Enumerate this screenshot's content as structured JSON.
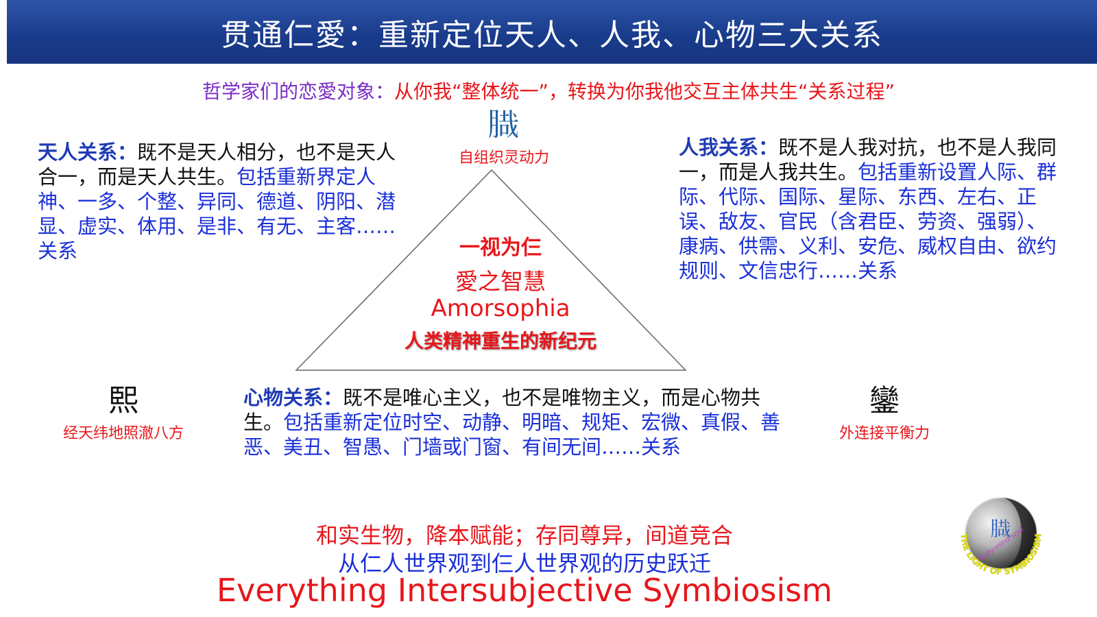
{
  "title": "贯通仁愛：重新定位天人、人我、心物三大关系",
  "subtitle": {
    "prefix": "哲学家们的恋愛对象：",
    "main": "从你我“整体统一”，转换为你我他交互主体共生“关系过程”"
  },
  "top_node": {
    "glyph": "𦞁",
    "caption": "自组织灵动力"
  },
  "left_node": {
    "glyph": "𤋮",
    "caption": "经天纬地照澈八方"
  },
  "right_node": {
    "glyph": "鑾",
    "caption": "外连接平衡力"
  },
  "triangle": {
    "line1": "一视为仨",
    "line2": "愛之智慧",
    "line3": "Amorsophia",
    "line4": "人类精神重生的新纪元"
  },
  "relation_heaven": {
    "label": "天人关系：",
    "text": "既不是天人相分，也不是天人合一，而是天人共生。",
    "detail": "包括重新界定人神、一多、个整、异同、德道、阴阳、潜显、虚实、体用、是非、有无、主客……关系"
  },
  "relation_self": {
    "label": "人我关系：",
    "text": "既不是人我对抗，也不是人我同一，而是人我共生。",
    "detail": "包括重新设置人际、群际、代际、国际、星际、东西、左右、正误、敌友、官民（含君臣、劳资、强弱）、康病、供需、义利、安危、威权自由、欲约规则、文信忠行……关系"
  },
  "relation_mind": {
    "label": "心物关系：",
    "text": "既不是唯心主义，也不是唯物主义，而是心物共生。",
    "detail": "包括重新定位时空、动静、明暗、规矩、宏微、真假、善恶、美丑、智愚、门墙或门窗、有间无间……关系"
  },
  "bottom": {
    "line1": "和实生物，降本赋能；存同尊异，间道竞合",
    "line2": "从仁人世界观到仨人世界观的历史跃迁",
    "line3": "Everything Intersubjective Symbiosism"
  },
  "logo": {
    "glyph": "𦞁",
    "inner_text": "body-mind-soul",
    "ring_text": "THE LIGHT OF SYMBIOSISM"
  },
  "colors": {
    "title_bg": "#1a3c8c",
    "red": "#e8161b",
    "blue": "#1a2fd8",
    "purple": "#7a2cc4"
  }
}
